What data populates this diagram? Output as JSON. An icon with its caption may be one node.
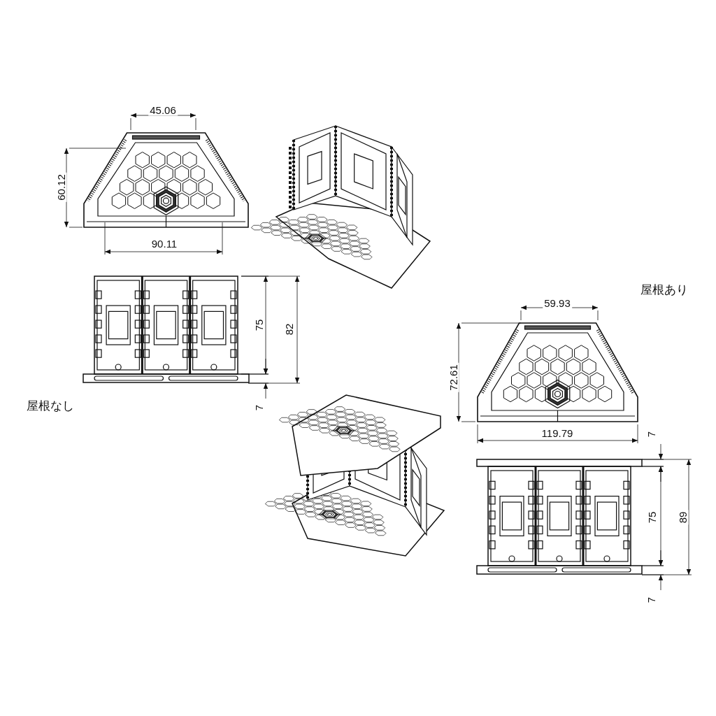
{
  "diagram": {
    "labels": [
      "45.06",
      "60.12",
      "90.11",
      "75",
      "82",
      "屋根なし",
      "7",
      "屋根あり",
      "59.93",
      "72.61",
      "119.79",
      "7",
      "75",
      "89",
      "7"
    ]
  }
}
